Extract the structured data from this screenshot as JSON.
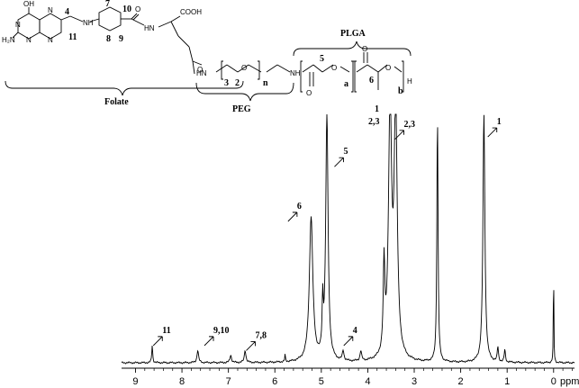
{
  "chart_data": {
    "type": "line",
    "title": "",
    "xlabel": "ppm",
    "ylabel": "",
    "xlim": [
      9.3,
      -0.45
    ],
    "x_reversed": true,
    "xticks": [
      9,
      8,
      7,
      6,
      5,
      4,
      3,
      2,
      1,
      0
    ],
    "grid": false,
    "series": [
      {
        "name": "",
        "peaks": [
          {
            "ppm": 8.64,
            "height": 0.07,
            "width": 0.012
          },
          {
            "ppm": 7.66,
            "height": 0.05,
            "width": 0.02
          },
          {
            "ppm": 6.95,
            "height": 0.03,
            "width": 0.02
          },
          {
            "ppm": 6.64,
            "height": 0.05,
            "width": 0.02
          },
          {
            "ppm": 5.78,
            "height": 0.03,
            "width": 0.008
          },
          {
            "ppm": 5.22,
            "height": 0.58,
            "width": 0.045
          },
          {
            "ppm": 4.97,
            "height": 0.2,
            "width": 0.015
          },
          {
            "ppm": 4.88,
            "height": 1.0,
            "width": 0.03
          },
          {
            "ppm": 4.53,
            "height": 0.04,
            "width": 0.02
          },
          {
            "ppm": 4.15,
            "height": 0.04,
            "width": 0.02
          },
          {
            "ppm": 3.65,
            "height": 0.35,
            "width": 0.02
          },
          {
            "ppm": 3.52,
            "height": 1.0,
            "width": 0.04
          },
          {
            "ppm": 3.4,
            "height": 1.0,
            "width": 0.04
          },
          {
            "ppm": 2.5,
            "height": 1.0,
            "width": 0.015
          },
          {
            "ppm": 1.5,
            "height": 1.0,
            "width": 0.025
          },
          {
            "ppm": 1.2,
            "height": 0.06,
            "width": 0.015
          },
          {
            "ppm": 1.05,
            "height": 0.05,
            "width": 0.015
          },
          {
            "ppm": 0.0,
            "height": 0.43,
            "width": 0.006
          }
        ]
      }
    ],
    "annotations": [
      {
        "text": "11",
        "ppm": 8.5,
        "label_y_frac": 0.12
      },
      {
        "text": "9,10",
        "ppm": 7.4,
        "label_y_frac": 0.12
      },
      {
        "text": "7,8",
        "ppm": 6.5,
        "label_y_frac": 0.1
      },
      {
        "text": "6",
        "ppm": 5.6,
        "label_y_frac": 0.62
      },
      {
        "text": "4",
        "ppm": 4.4,
        "label_y_frac": 0.12
      },
      {
        "text": "5",
        "ppm": 4.6,
        "label_y_frac": 0.84
      },
      {
        "text": "1",
        "ppm": 1.3,
        "label_y_frac": 0.96
      },
      {
        "text": "2,3",
        "ppm": 3.3,
        "label_y_frac": 0.95
      }
    ]
  },
  "structure": {
    "oh": "OH",
    "h2n": "H₂N",
    "n": "N",
    "nh": "NH",
    "hn": "HN",
    "cooh": "COOH",
    "o": "O",
    "h": "H",
    "num_4": "4",
    "num_7": "7",
    "num_10": "10",
    "num_8": "8",
    "num_9": "9",
    "num_11": "11",
    "num_3": "3",
    "num_2": "2",
    "num_n": "n",
    "num_5": "5",
    "num_6": "6",
    "num_a": "a",
    "num_b": "b",
    "num_1": "1",
    "num_23": "2,3",
    "folate_label": "Folate",
    "peg_label": "PEG",
    "plga_label": "PLGA"
  }
}
